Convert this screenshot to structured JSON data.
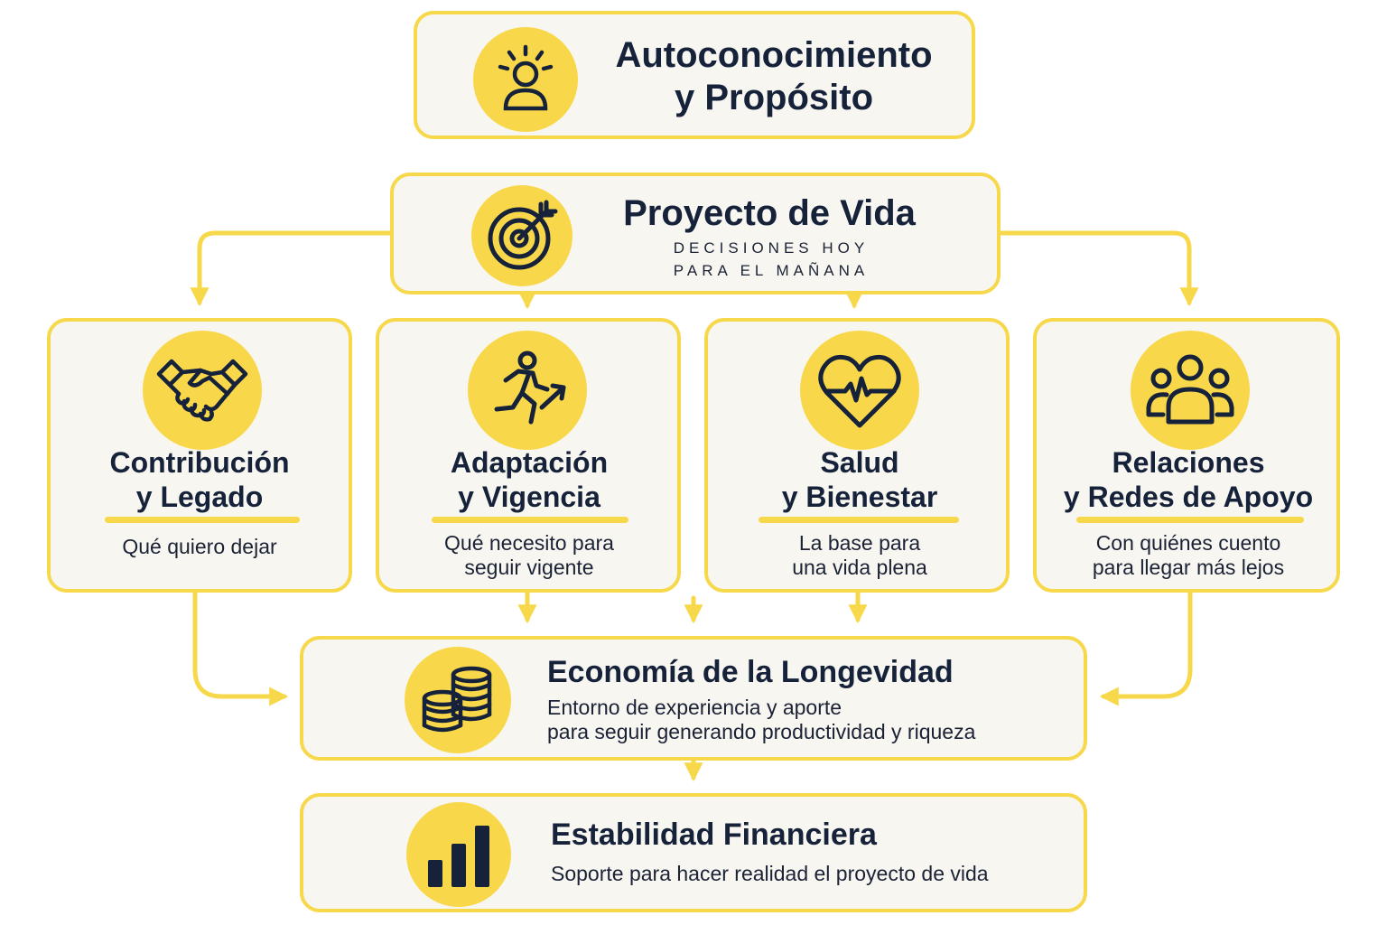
{
  "colors": {
    "accent": "#f7d84a",
    "box_bg": "#f7f6f0",
    "text": "#16213a"
  },
  "top": {
    "title_line1": "Autoconocimiento",
    "title_line2": "y Propósito",
    "icon": "person-sunrise-icon"
  },
  "project": {
    "title": "Proyecto de Vida",
    "tagline_line1": "DECISIONES HOY",
    "tagline_line2": "PARA EL MAÑANA",
    "icon": "target-arrow-icon"
  },
  "pillars": [
    {
      "title_line1": "Contribución",
      "title_line2": "y Legado",
      "desc_line1": "Qué quiero dejar",
      "desc_line2": "",
      "icon": "handshake-icon"
    },
    {
      "title_line1": "Adaptación",
      "title_line2": "y Vigencia",
      "desc_line1": "Qué necesito para",
      "desc_line2": "seguir vigente",
      "icon": "running-person-icon"
    },
    {
      "title_line1": "Salud",
      "title_line2": "y Bienestar",
      "desc_line1": "La base para",
      "desc_line2": "una vida plena",
      "icon": "heart-pulse-icon"
    },
    {
      "title_line1": "Relaciones",
      "title_line2": "y Redes de Apoyo",
      "desc_line1": "Con quiénes cuento",
      "desc_line2": "para llegar más lejos",
      "icon": "group-people-icon"
    }
  ],
  "economy": {
    "title": "Economía de la Longevidad",
    "desc_line1": "Entorno de experiencia y aporte",
    "desc_line2": "para seguir generando productividad y riqueza",
    "icon": "coins-stack-icon"
  },
  "stability": {
    "title": "Estabilidad Financiera",
    "desc": "Soporte para hacer realidad el proyecto de vida",
    "icon": "bar-chart-icon"
  }
}
